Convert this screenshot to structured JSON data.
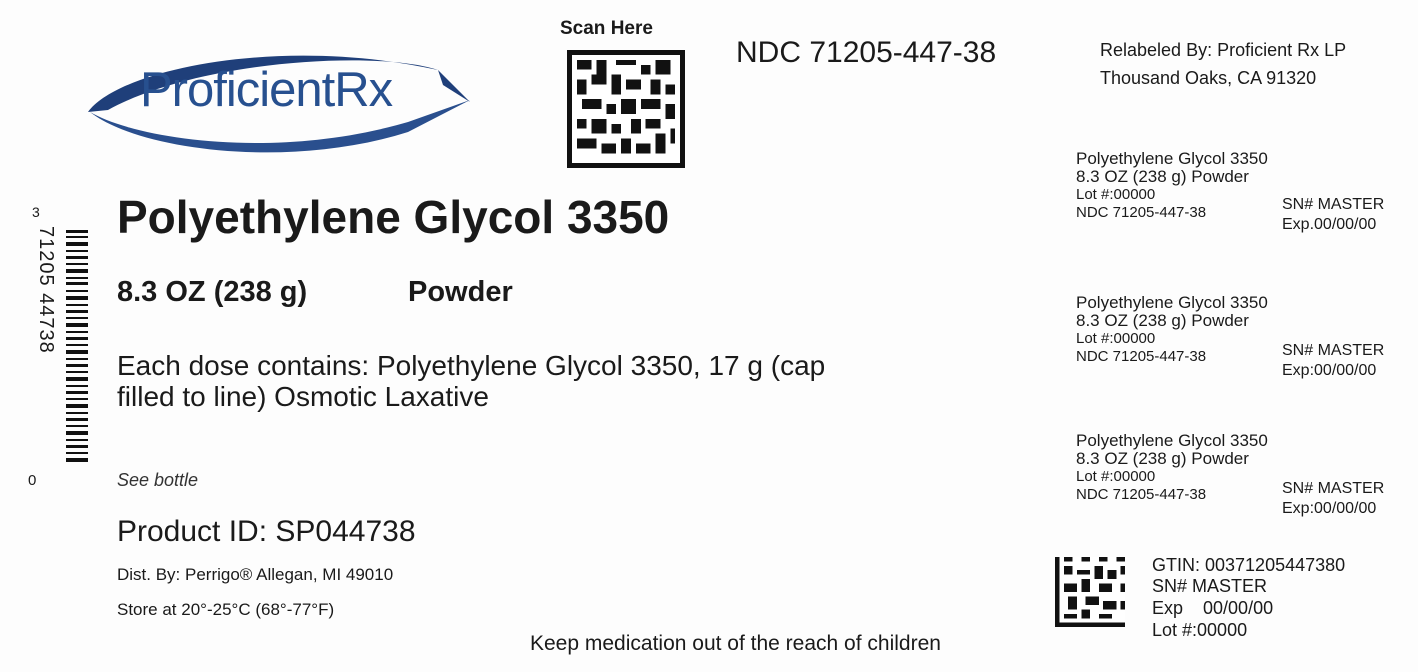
{
  "logo": {
    "text": "ProficientRx",
    "accent_color": "#27508f",
    "swoosh_color": "#1f3f7a"
  },
  "scan": {
    "label": "Scan Here"
  },
  "header": {
    "ndc": "NDC 71205-447-38",
    "relabeled_by": "Relabeled By: Proficient Rx LP",
    "relabeled_address": "Thousand Oaks, CA 91320"
  },
  "barcode_left": {
    "top_digit": "3",
    "digits": "71205 44738",
    "bottom_digit": "0"
  },
  "main": {
    "product_name": "Polyethylene Glycol 3350",
    "strength": "8.3 OZ (238 g)",
    "form": "Powder",
    "dose_description": "Each dose contains: Polyethylene Glycol 3350, 17 g (cap filled to line)  Osmotic Laxative",
    "see_bottle": "See bottle",
    "product_id": "Product ID: SP044738",
    "dist_by": "Dist. By: Perrigo®  Allegan, MI 49010",
    "store_at": "Store at 20°-25°C (68°-77°F)",
    "keep_away": "Keep medication out of the reach of children"
  },
  "stickers": [
    {
      "name": "Polyethylene Glycol 3350",
      "strength": "8.3 OZ (238 g)  Powder",
      "lot": "Lot #:00000",
      "ndc": "NDC 71205-447-38",
      "sn": "SN# MASTER",
      "exp": "Exp.00/00/00"
    },
    {
      "name": "Polyethylene Glycol 3350",
      "strength": "8.3 OZ (238 g)  Powder",
      "lot": "Lot #:00000",
      "ndc": "NDC 71205-447-38",
      "sn": "SN# MASTER",
      "exp": "Exp:00/00/00"
    },
    {
      "name": "Polyethylene Glycol 3350",
      "strength": "8.3 OZ (238 g)  Powder",
      "lot": "Lot #:00000",
      "ndc": "NDC 71205-447-38",
      "sn": "SN# MASTER",
      "exp": "Exp:00/00/00"
    }
  ],
  "gtin_block": {
    "gtin": "GTIN: 00371205447380",
    "sn": "SN# MASTER",
    "exp": "Exp    00/00/00",
    "lot": "Lot #:00000"
  }
}
